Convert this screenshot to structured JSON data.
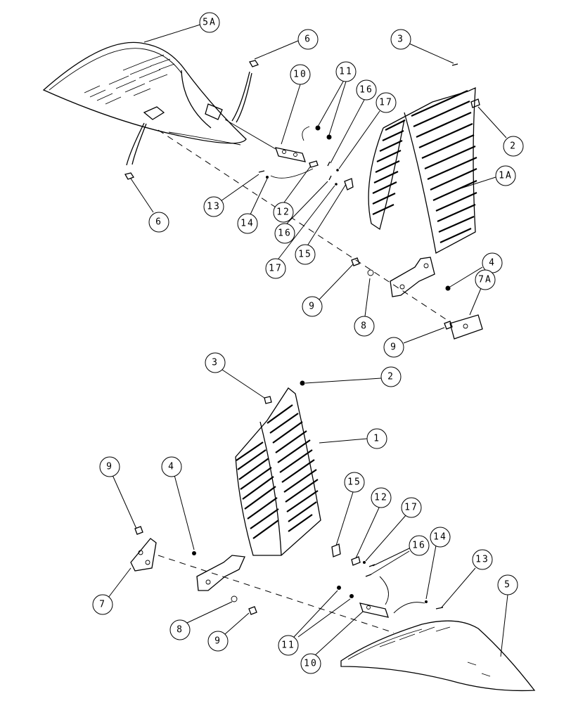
{
  "labels": {
    "top": {
      "c5a": "5A",
      "c6a": "6",
      "c6b": "6",
      "c3": "3",
      "c10": "10",
      "c11": "11",
      "c16a": "16",
      "c17a": "17",
      "c2": "2",
      "c1a": "1A",
      "c13": "13",
      "c14": "14",
      "c12": "12",
      "c16b": "16",
      "c15": "15",
      "c17b": "17",
      "c4": "4",
      "c7a": "7A",
      "c9a": "9",
      "c8": "8",
      "c9b": "9"
    },
    "bottom": {
      "c3": "3",
      "c2": "2",
      "c1": "1",
      "c9a": "9",
      "c4": "4",
      "c15": "15",
      "c12": "12",
      "c17": "17",
      "c16": "16",
      "c14": "14",
      "c13": "13",
      "c5": "5",
      "c7": "7",
      "c8": "8",
      "c9b": "9",
      "c11": "11",
      "c10": "10"
    }
  }
}
